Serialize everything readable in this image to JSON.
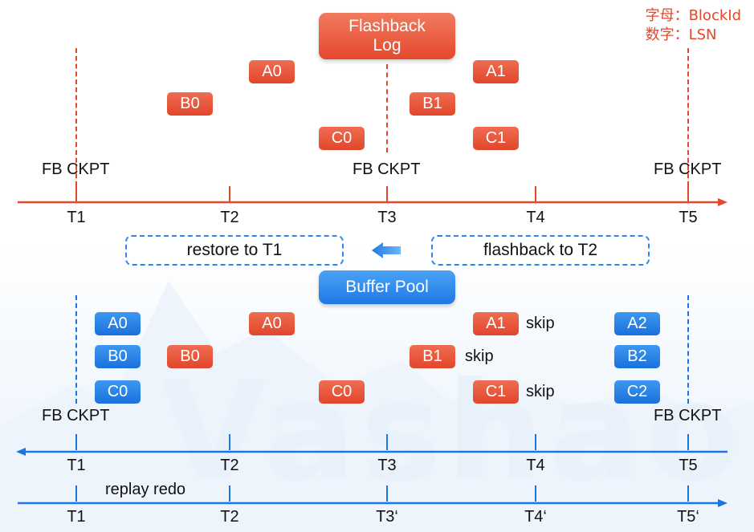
{
  "titles": {
    "flashback_log": "Flashback\nLog",
    "buffer_pool": "Buffer Pool"
  },
  "legend": {
    "letters": "字母：BlockId",
    "numbers": "数字：LSN"
  },
  "checkpoint_label": "FB CKPT",
  "top_timeline": [
    "T1",
    "T2",
    "T3",
    "T4",
    "T5"
  ],
  "bottom_timeline": [
    "T1",
    "T2",
    "T3",
    "T4",
    "T5"
  ],
  "replay_timeline": [
    "T1",
    "T2",
    "T3‘",
    "T4‘",
    "T5‘"
  ],
  "replay_label": "replay redo",
  "operations": {
    "restore": "restore to T1",
    "flashback": "flashback to T2"
  },
  "flashback_log_blocks": {
    "a0": "A0",
    "a1": "A1",
    "b0": "B0",
    "b1": "B1",
    "c0": "C0",
    "c1": "C1"
  },
  "buffer_pool_blocks": {
    "a0_blue": "A0",
    "b0_blue": "B0",
    "c0_blue": "C0",
    "a0_red": "A0",
    "b0_red": "B0",
    "c0_red": "C0",
    "a1_red": "A1",
    "b1_red": "B1",
    "c1_red": "C1",
    "a2_blue": "A2",
    "b2_blue": "B2",
    "c2_blue": "C2"
  },
  "skip_label": "skip",
  "colors": {
    "red": "#e5472b",
    "blue": "#1a76e0",
    "watermark": "#e9f1fa"
  },
  "watermark": "Vashao"
}
